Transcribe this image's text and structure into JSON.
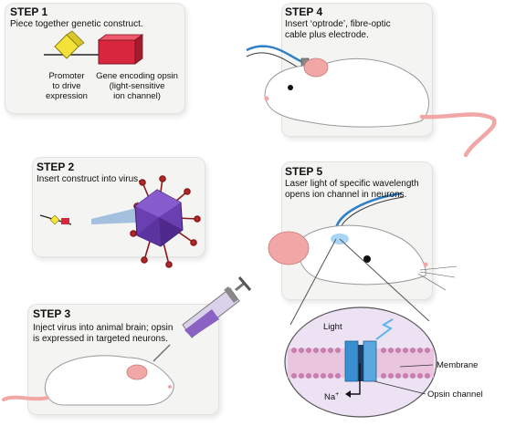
{
  "steps": [
    {
      "heading": "STEP 1",
      "text": "Piece together genetic construct."
    },
    {
      "heading": "STEP 2",
      "text": "Insert construct into virus."
    },
    {
      "heading": "STEP 3",
      "text_line1": "Inject virus into animal brain; opsin",
      "text_line2": "is expressed in targeted neurons."
    },
    {
      "heading": "STEP 4",
      "text_line1": "Insert ‘optrode’, fibre-optic",
      "text_line2": "cable plus electrode."
    },
    {
      "heading": "STEP 5",
      "text_line1": "Laser light of specific wavelength",
      "text_line2": "opens ion channel in neurons."
    }
  ],
  "construct": {
    "promoter_line1": "Promoter",
    "promoter_line2": "to drive",
    "promoter_line3": "expression",
    "gene_line1": "Gene encoding opsin",
    "gene_line2": "(light-sensitive",
    "gene_line3": "ion channel)"
  },
  "membrane_inset": {
    "light": "Light",
    "membrane": "Membrane",
    "ion": "Na",
    "ion_charge": "+",
    "channel": "Opsin channel"
  },
  "colors": {
    "panel": "#f4f4f2",
    "promoter": "#f3e23a",
    "gene": "#d7263d",
    "virus": "#6a3fb0",
    "membrane": "#c77fb0",
    "channel": "#3a8fd0",
    "cable": "#2f7fc6",
    "ear": "#f2a7a7"
  }
}
